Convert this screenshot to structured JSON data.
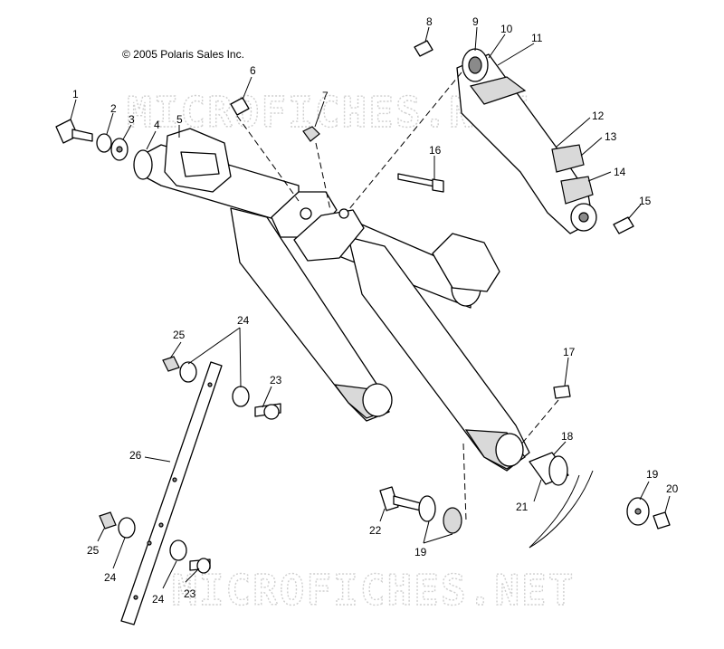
{
  "copyright": "© 2005 Polaris Sales Inc.",
  "watermark": [
    "MICROFICHES.NET",
    "MICROFICHES.NET"
  ],
  "callouts": [
    {
      "id": "c1",
      "label": "1"
    },
    {
      "id": "c2",
      "label": "2"
    },
    {
      "id": "c3",
      "label": "3"
    },
    {
      "id": "c4",
      "label": "4"
    },
    {
      "id": "c5",
      "label": "5"
    },
    {
      "id": "c6",
      "label": "6"
    },
    {
      "id": "c7",
      "label": "7"
    },
    {
      "id": "c8",
      "label": "8"
    },
    {
      "id": "c9",
      "label": "9"
    },
    {
      "id": "c10",
      "label": "10"
    },
    {
      "id": "c11",
      "label": "11"
    },
    {
      "id": "c12",
      "label": "12"
    },
    {
      "id": "c13",
      "label": "13"
    },
    {
      "id": "c14",
      "label": "14"
    },
    {
      "id": "c15",
      "label": "15"
    },
    {
      "id": "c16",
      "label": "16"
    },
    {
      "id": "c17",
      "label": "17"
    },
    {
      "id": "c18",
      "label": "18"
    },
    {
      "id": "c19a",
      "label": "19"
    },
    {
      "id": "c19b",
      "label": "19"
    },
    {
      "id": "c20",
      "label": "20"
    },
    {
      "id": "c21",
      "label": "21"
    },
    {
      "id": "c22",
      "label": "22"
    },
    {
      "id": "c23a",
      "label": "23"
    },
    {
      "id": "c23b",
      "label": "23"
    },
    {
      "id": "c24a",
      "label": "24"
    },
    {
      "id": "c24b",
      "label": "24"
    },
    {
      "id": "c24c",
      "label": "24"
    },
    {
      "id": "c25a",
      "label": "25"
    },
    {
      "id": "c25b",
      "label": "25"
    },
    {
      "id": "c26",
      "label": "26"
    }
  ]
}
